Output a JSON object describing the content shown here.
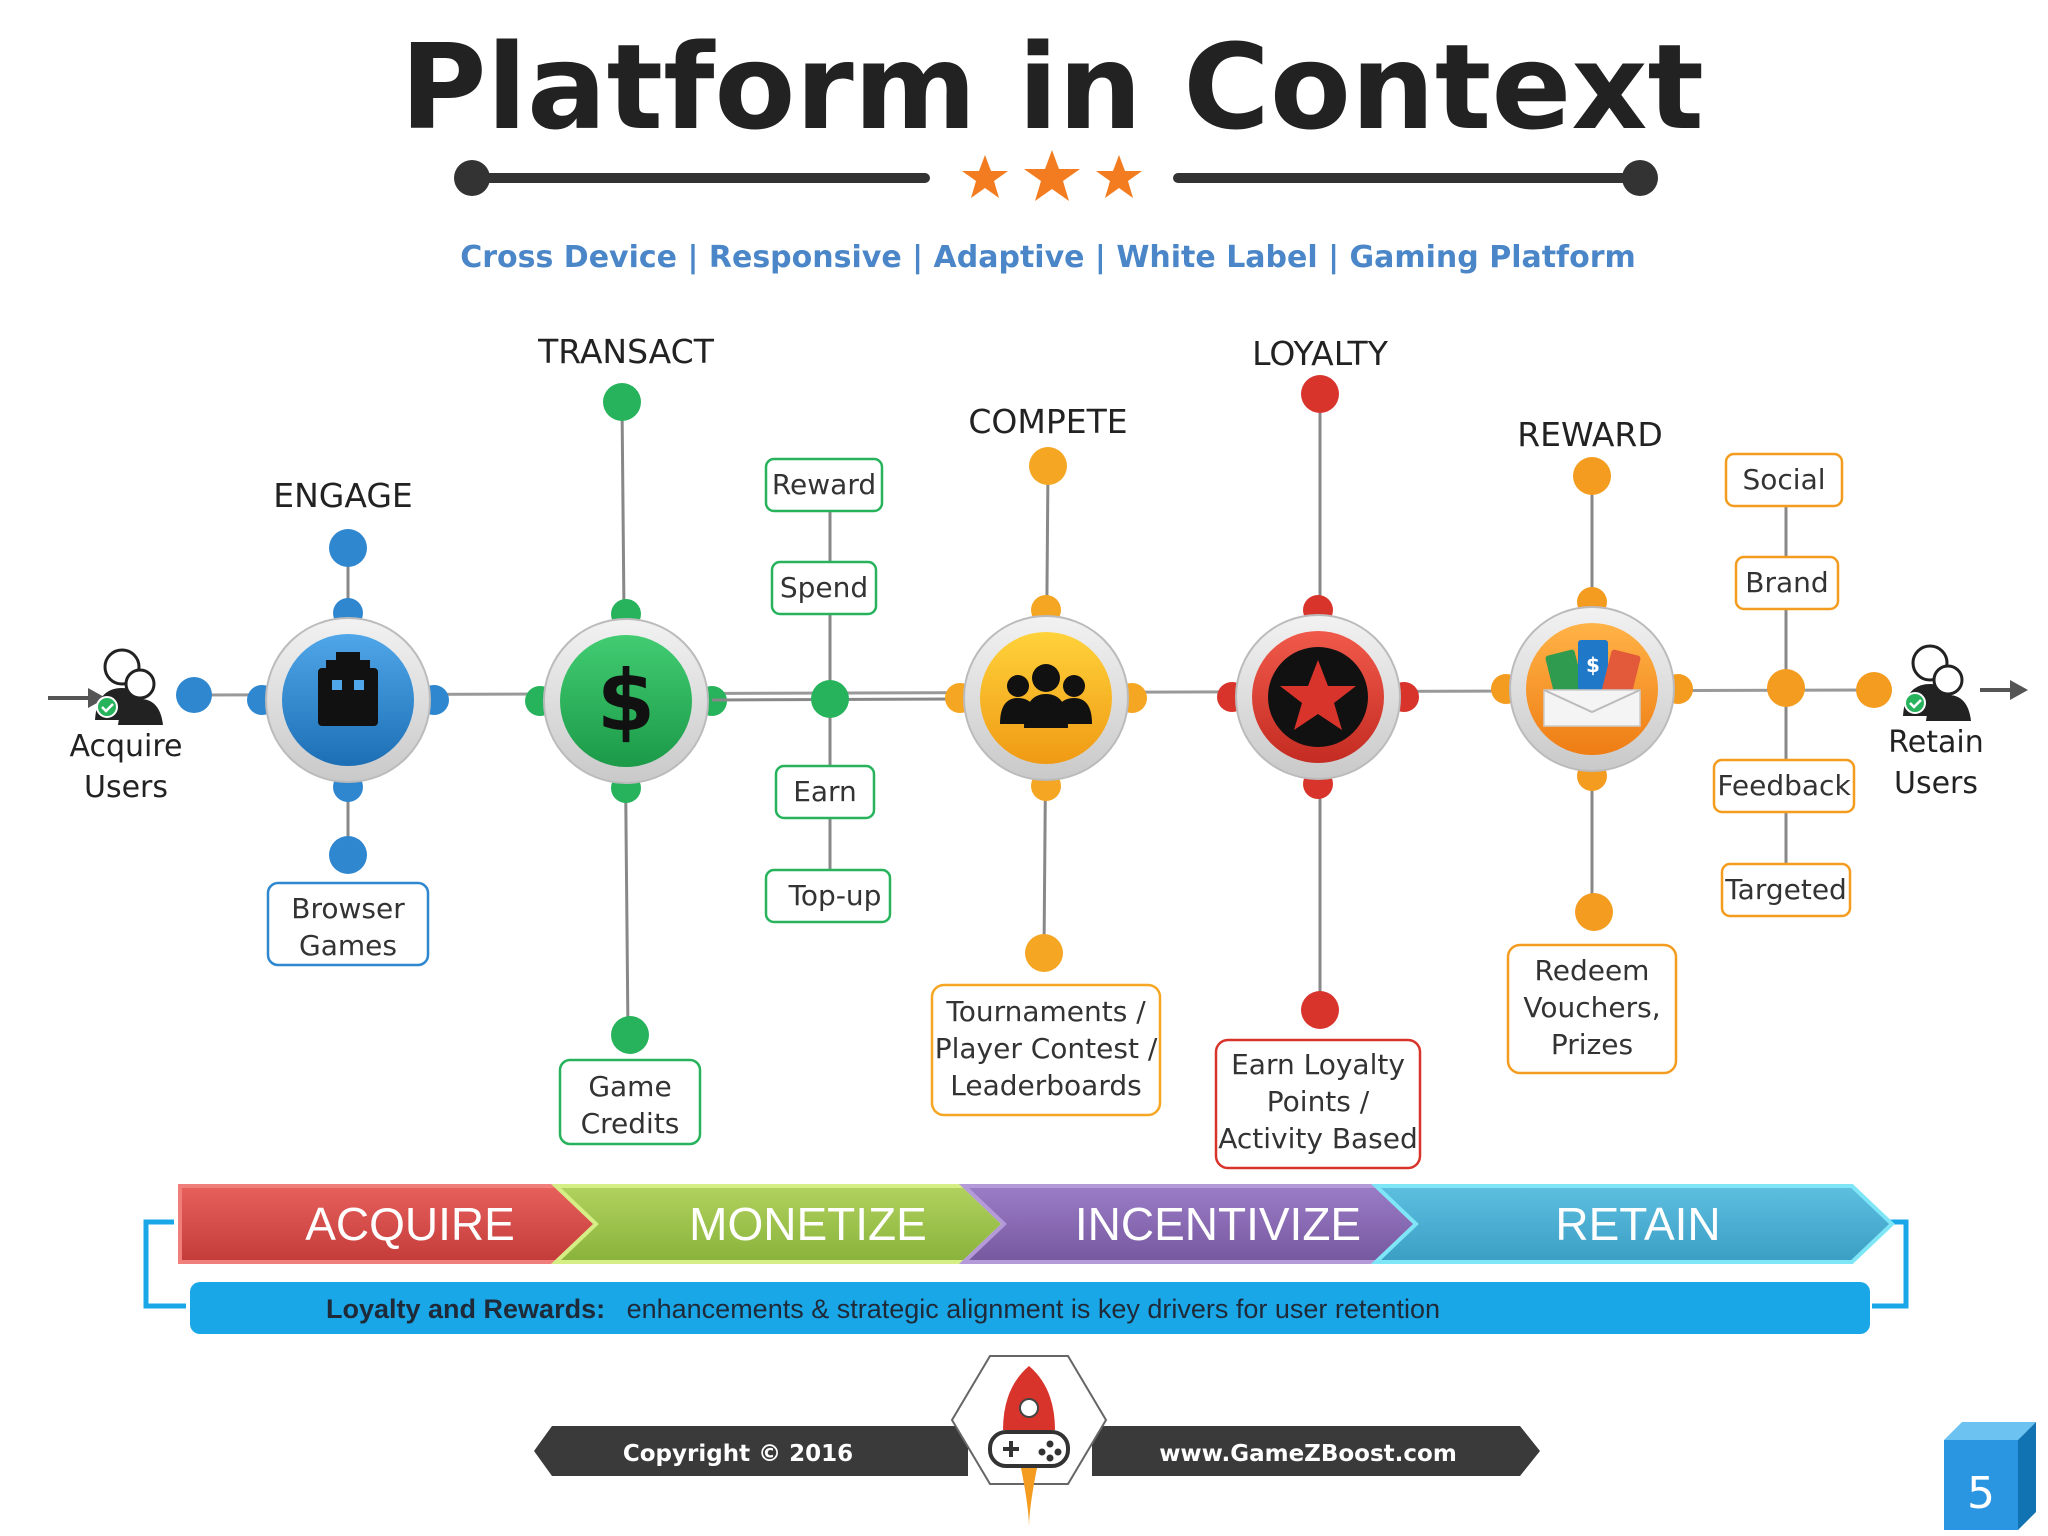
{
  "title": "Platform in Context",
  "tagline": [
    "Cross Device",
    "Responsive",
    "Adaptive",
    "White Label",
    "Gaming Platform"
  ],
  "stages": {
    "engage": "ENGAGE",
    "transact": "TRANSACT",
    "compete": "COMPETE",
    "loyalty": "LOYALTY",
    "reward": "REWARD"
  },
  "users": {
    "acquire": [
      "Acquire",
      "Users"
    ],
    "retain": [
      "Retain",
      "Users"
    ]
  },
  "boxes": {
    "browser_games": [
      "Browser",
      "Games"
    ],
    "game_credits": [
      "Game",
      "Credits"
    ],
    "reward": "Reward",
    "spend": "Spend",
    "earn": "Earn",
    "topup": "Top-up",
    "tournaments": [
      "Tournaments /",
      "Player Contest /",
      "Leaderboards"
    ],
    "earn_loyalty": [
      "Earn Loyalty",
      "Points /",
      "Activity Based"
    ],
    "redeem": [
      "Redeem",
      "Vouchers,",
      "Prizes"
    ],
    "social": "Social",
    "brand": "Brand",
    "feedback": "Feedback",
    "targeted": "Targeted"
  },
  "band": [
    "ACQUIRE",
    "MONETIZE",
    "INCENTIVIZE",
    "RETAIN"
  ],
  "banner": {
    "bold": "Loyalty and Rewards:",
    "text": "enhancements & strategic alignment is key drivers for user retention"
  },
  "footer": {
    "copyright": "Copyright © 2016",
    "website": "www.GameZBoost.com"
  },
  "page_number": "5",
  "colors": {
    "blue": "#2f87cf",
    "green": "#27b35c",
    "yellow": "#f5a623",
    "red": "#d9342b",
    "orange": "#f39c1f",
    "tagline": "#4a86c8",
    "accent_blue": "#1aa7e8"
  }
}
